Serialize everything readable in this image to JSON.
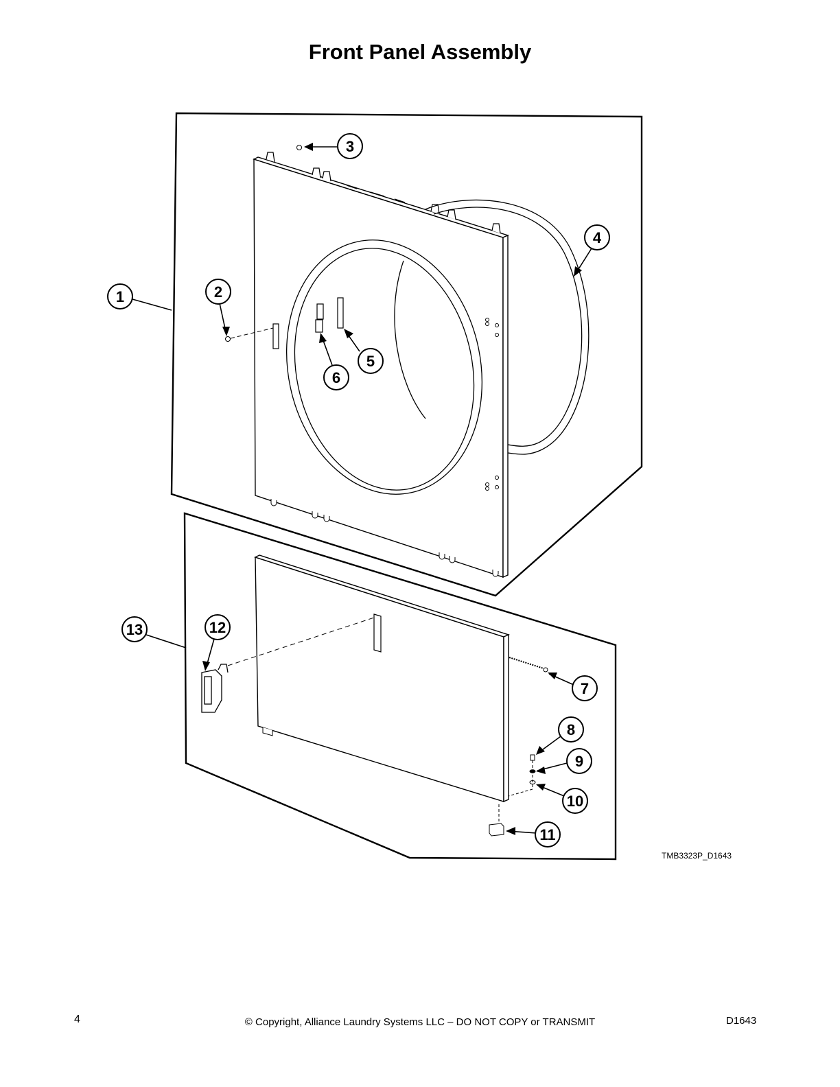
{
  "page": {
    "title": "Front Panel Assembly",
    "drawing_id": "TMB3323P_D1643",
    "page_number": "4",
    "copyright": "© Copyright, Alliance Laundry Systems LLC – DO NOT COPY or TRANSMIT",
    "doc_id": "D1643"
  },
  "callouts": [
    "1",
    "2",
    "3",
    "4",
    "5",
    "6",
    "7",
    "8",
    "9",
    "10",
    "11",
    "12",
    "13"
  ]
}
